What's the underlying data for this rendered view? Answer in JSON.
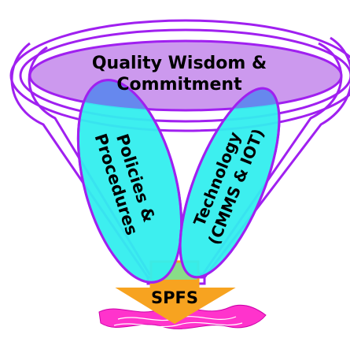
{
  "diagram": {
    "top": {
      "line1": "Quality Wisdom &",
      "line2": "Commitment"
    },
    "left": {
      "line1": "Policies &",
      "line2": "Procedures"
    },
    "right": {
      "line1": "Technology",
      "line2": "(CMMS & IOT)"
    },
    "output": "SPFS"
  },
  "colors": {
    "funnel_stroke": "#a020f0",
    "top_fill": "#cc99ee",
    "oval_fill": "#33eeee",
    "overlap_fill": "#6688ee",
    "arrow_fill": "#f7a320",
    "base_fill": "#ff33cc"
  }
}
